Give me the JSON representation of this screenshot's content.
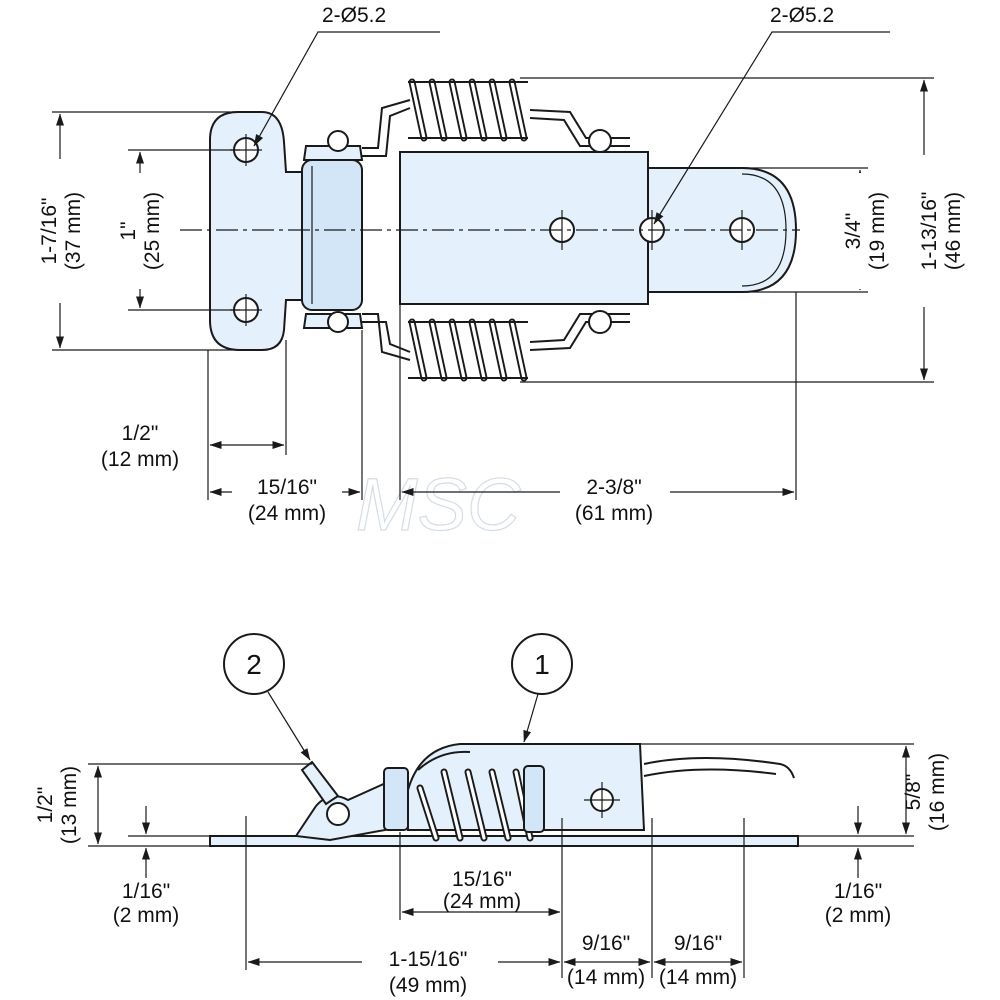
{
  "drawing": {
    "watermark": "MSC",
    "top_view": {
      "hole_label_left": "2-Ø5.2",
      "hole_label_right": "2-Ø5.2",
      "dim_overall_height": {
        "imperial": "1-7/16\"",
        "metric": "(37 mm)"
      },
      "dim_hole_spacing": {
        "imperial": "1\"",
        "metric": "(25 mm)"
      },
      "dim_keeper_width": {
        "imperial": "3/4\"",
        "metric": "(19 mm)"
      },
      "dim_spring_height": {
        "imperial": "1-13/16\"",
        "metric": "(46 mm)"
      },
      "dim_flange": {
        "imperial": "1/2\"",
        "metric": "(12 mm)"
      },
      "dim_base_length": {
        "imperial": "15/16\"",
        "metric": "(24 mm)"
      },
      "dim_keeper_length": {
        "imperial": "2-3/8\"",
        "metric": "(61 mm)"
      }
    },
    "side_view": {
      "callout_1": "1",
      "callout_2": "2",
      "dim_height": {
        "imperial": "1/2\"",
        "metric": "(13 mm)"
      },
      "dim_thickness_left": {
        "imperial": "1/16\"",
        "metric": "(2 mm)"
      },
      "dim_thickness_right": {
        "imperial": "1/16\"",
        "metric": "(2 mm)"
      },
      "dim_lip": {
        "imperial": "5/8\"",
        "metric": "(16 mm)"
      },
      "dim_spring": {
        "imperial": "15/16\"",
        "metric": "(24 mm)"
      },
      "dim_total": {
        "imperial": "1-15/16\"",
        "metric": "(49 mm)"
      },
      "dim_seg_a": {
        "imperial": "9/16\"",
        "metric": "(14 mm)"
      },
      "dim_seg_b": {
        "imperial": "9/16\"",
        "metric": "(14 mm)"
      }
    }
  }
}
